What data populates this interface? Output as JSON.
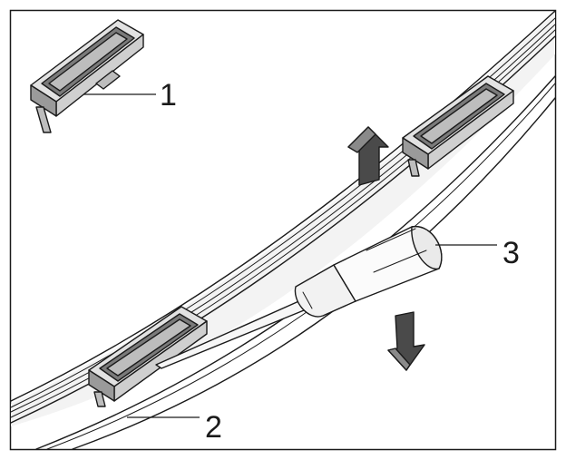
{
  "callouts": [
    {
      "id": "1",
      "label": "1"
    },
    {
      "id": "2",
      "label": "2"
    },
    {
      "id": "3",
      "label": "3"
    }
  ],
  "colors": {
    "line": "#1a1a1a",
    "rail_fill": "#f1f1f1",
    "pad_body": "#d8d8d8",
    "pad_dark": "#6a6a6a",
    "arrow_fill": "#4a4a4a",
    "tool_fill": "#fbfbfb"
  },
  "icons": [
    "arrow-up-icon",
    "arrow-down-icon"
  ]
}
